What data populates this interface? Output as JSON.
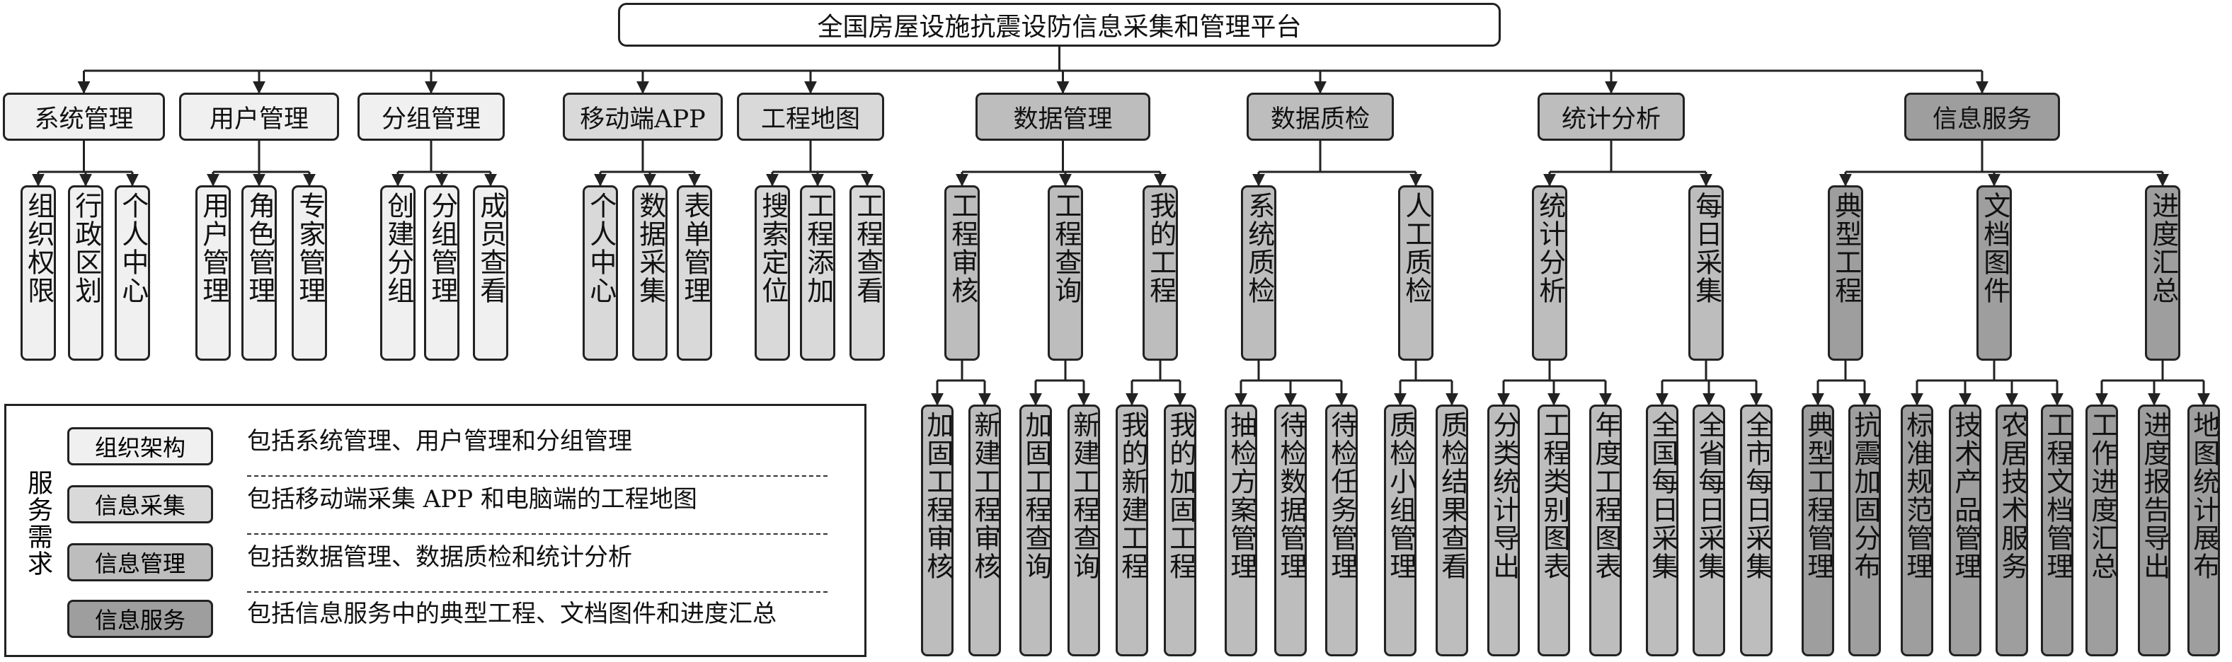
{
  "title": "全国房屋设施抗震设防信息采集和管理平台",
  "colors": {
    "c1": "#f0f0f0",
    "c2": "#d9d9d9",
    "c3": "#bdbdbd",
    "c4": "#9e9e9e",
    "line": "#222222"
  },
  "modules": [
    {
      "label": "系统管理",
      "level": "c1",
      "children": [
        {
          "label": "组织权限"
        },
        {
          "label": "行政区划"
        },
        {
          "label": "个人中心"
        }
      ]
    },
    {
      "label": "用户管理",
      "level": "c1",
      "children": [
        {
          "label": "用户管理"
        },
        {
          "label": "角色管理"
        },
        {
          "label": "专家管理"
        }
      ]
    },
    {
      "label": "分组管理",
      "level": "c1",
      "children": [
        {
          "label": "创建分组"
        },
        {
          "label": "分组管理"
        },
        {
          "label": "成员查看"
        }
      ]
    },
    {
      "label": "移动端APP",
      "level": "c2",
      "children": [
        {
          "label": "个人中心"
        },
        {
          "label": "数据采集"
        },
        {
          "label": "表单管理"
        }
      ]
    },
    {
      "label": "工程地图",
      "level": "c2",
      "children": [
        {
          "label": "搜索定位"
        },
        {
          "label": "工程添加"
        },
        {
          "label": "工程查看"
        }
      ]
    },
    {
      "label": "数据管理",
      "level": "c3",
      "children": [
        {
          "label": "工程审核",
          "children": [
            {
              "label": "加固工程审核"
            },
            {
              "label": "新建工程审核"
            }
          ]
        },
        {
          "label": "工程查询",
          "children": [
            {
              "label": "加固工程查询"
            },
            {
              "label": "新建工程查询"
            }
          ]
        },
        {
          "label": "我的工程",
          "children": [
            {
              "label": "我的新建工程"
            },
            {
              "label": "我的加固工程"
            }
          ]
        }
      ]
    },
    {
      "label": "数据质检",
      "level": "c3",
      "children": [
        {
          "label": "系统质检",
          "children": [
            {
              "label": "抽检方案管理"
            },
            {
              "label": "待检数据管理"
            },
            {
              "label": "待检任务管理"
            }
          ]
        },
        {
          "label": "人工质检",
          "children": [
            {
              "label": "质检小组管理"
            },
            {
              "label": "质检结果查看"
            }
          ]
        }
      ]
    },
    {
      "label": "统计分析",
      "level": "c3",
      "children": [
        {
          "label": "统计分析",
          "children": [
            {
              "label": "分类统计导出"
            },
            {
              "label": "工程类别图表"
            },
            {
              "label": "年度工程图表"
            }
          ]
        },
        {
          "label": "每日采集",
          "children": [
            {
              "label": "全国每日采集"
            },
            {
              "label": "全省每日采集"
            },
            {
              "label": "全市每日采集"
            }
          ]
        }
      ]
    },
    {
      "label": "信息服务",
      "level": "c4",
      "children": [
        {
          "label": "典型工程",
          "children": [
            {
              "label": "典型工程管理"
            },
            {
              "label": "抗震加固分布"
            }
          ]
        },
        {
          "label": "文档图件",
          "children": [
            {
              "label": "标准规范管理"
            },
            {
              "label": "技术产品管理"
            },
            {
              "label": "农居技术服务"
            },
            {
              "label": "工程文档管理"
            }
          ]
        },
        {
          "label": "进度汇总",
          "children": [
            {
              "label": "工作进度汇总"
            },
            {
              "label": "进度报告导出"
            },
            {
              "label": "地图统计展布"
            }
          ]
        }
      ]
    }
  ],
  "legend": {
    "title": "服务需求",
    "rows": [
      {
        "badge": "组织架构",
        "level": "c1",
        "desc": "包括系统管理、用户管理和分组管理"
      },
      {
        "badge": "信息采集",
        "level": "c2",
        "desc": "包括移动端采集 APP 和电脑端的工程地图"
      },
      {
        "badge": "信息管理",
        "level": "c3",
        "desc": "包括数据管理、数据质检和统计分析"
      },
      {
        "badge": "信息服务",
        "level": "c4",
        "desc": "包括信息服务中的典型工程、文档图件和进度汇总"
      }
    ]
  }
}
